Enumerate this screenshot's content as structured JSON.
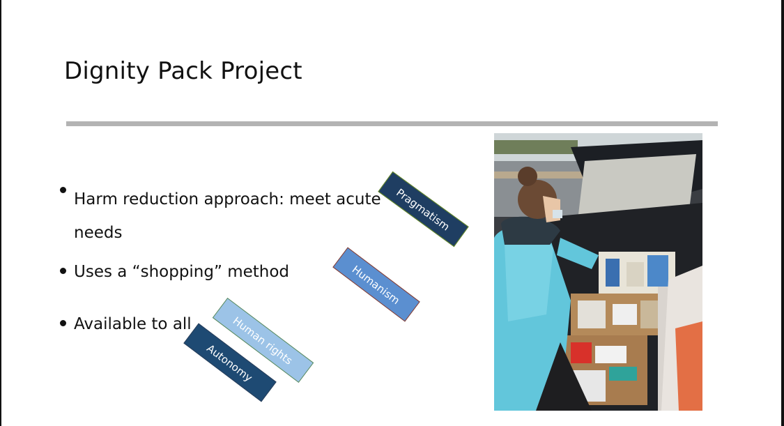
{
  "slide": {
    "title": "Dignity Pack Project",
    "bullets": [
      {
        "line1": "Harm reduction approach: meet acute",
        "line2": "needs"
      },
      {
        "line1": "Uses a “shopping” method"
      },
      {
        "line1": "Available to all"
      }
    ],
    "tags": {
      "pragmatism": "Pragmatism",
      "humanism": "Humanism",
      "human_rights": "Human rights",
      "autonomy": "Autonomy"
    }
  },
  "colors": {
    "rule": "#b3b3b3",
    "pragmatism": "#1f3e62",
    "humanism": "#5b8fd0",
    "human_rights": "#9cc3e7",
    "autonomy": "#1e4a73"
  }
}
